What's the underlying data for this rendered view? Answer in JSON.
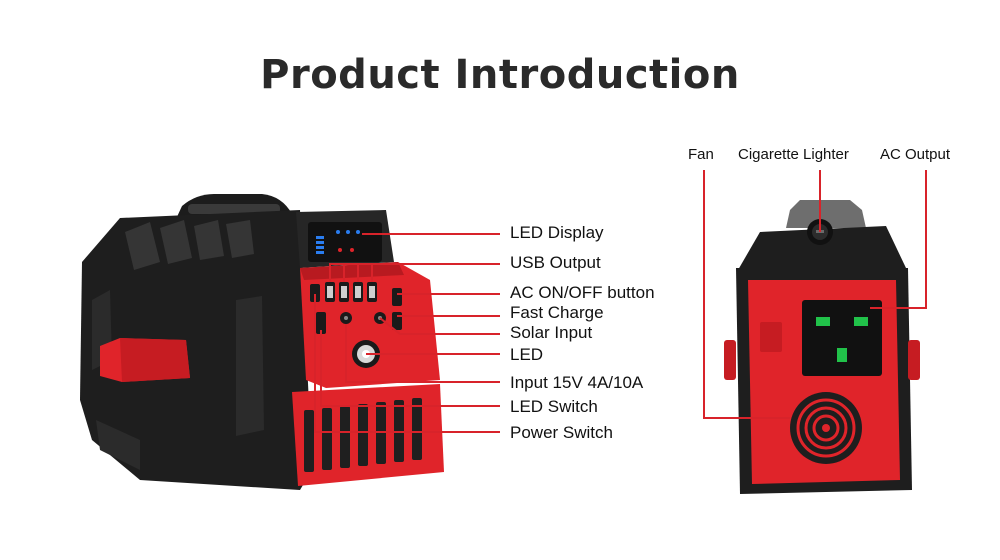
{
  "title": "Product Introduction",
  "front_labels": [
    "LED Display",
    "USB Output",
    "AC ON/OFF button",
    "Fast Charge",
    "Solar Input",
    "LED",
    "Input 15V 4A/10A",
    "LED Switch",
    "Power Switch"
  ],
  "back_labels": [
    "Fan",
    "Cigarette Lighter",
    "AC Output"
  ],
  "colors": {
    "body_black": "#1f1f1f",
    "accent_red": "#e0242a",
    "leader_line": "#d8232a",
    "socket_green": "#21c24a",
    "text": "#2a2a2a"
  }
}
